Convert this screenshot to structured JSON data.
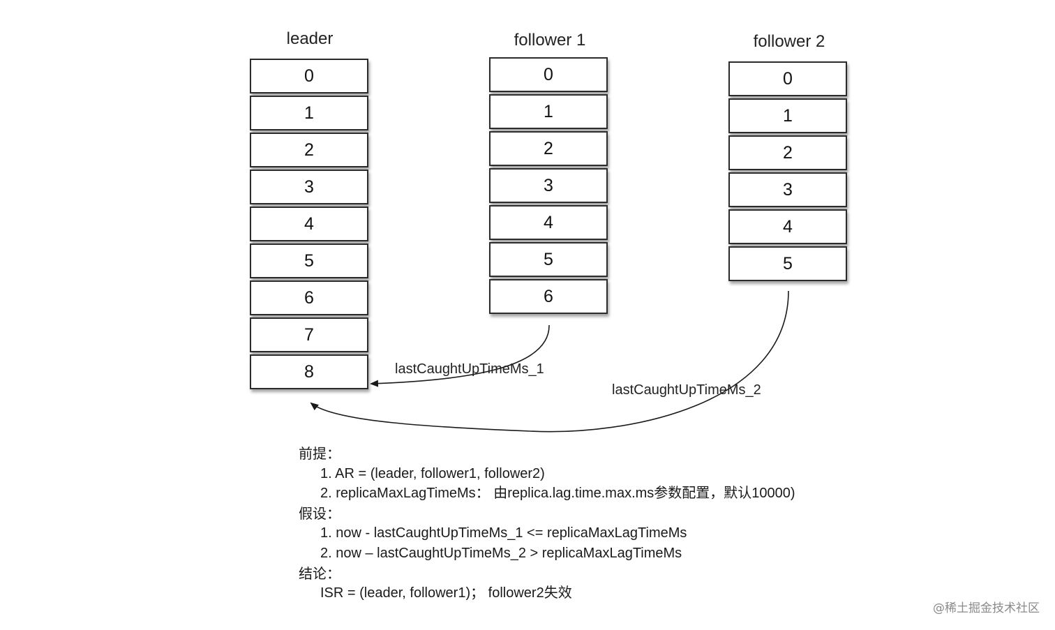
{
  "columns": [
    {
      "title": "leader",
      "cells": [
        "0",
        "1",
        "2",
        "3",
        "4",
        "5",
        "6",
        "7",
        "8"
      ]
    },
    {
      "title": "follower 1",
      "cells": [
        "0",
        "1",
        "2",
        "3",
        "4",
        "5",
        "6"
      ]
    },
    {
      "title": "follower 2",
      "cells": [
        "0",
        "1",
        "2",
        "3",
        "4",
        "5"
      ]
    }
  ],
  "arrows": [
    {
      "label": "lastCaughtUpTimeMs_1",
      "from": "follower 1",
      "to": "leader"
    },
    {
      "label": "lastCaughtUpTimeMs_2",
      "from": "follower 2",
      "to": "leader"
    }
  ],
  "notes": {
    "premise_heading": "前提：",
    "premise_items": [
      "1. AR = (leader, follower1, follower2)",
      "2. replicaMaxLagTimeMs： 由replica.lag.time.max.ms参数配置，默认10000)"
    ],
    "assumption_heading": "假设：",
    "assumption_items": [
      "1. now - lastCaughtUpTimeMs_1 <= replicaMaxLagTimeMs",
      "2. now – lastCaughtUpTimeMs_2 > replicaMaxLagTimeMs"
    ],
    "conclusion_heading": "结论：",
    "conclusion_items": [
      "ISR = (leader, follower1)； follower2失效"
    ]
  },
  "watermark": "@稀土掘金技术社区"
}
